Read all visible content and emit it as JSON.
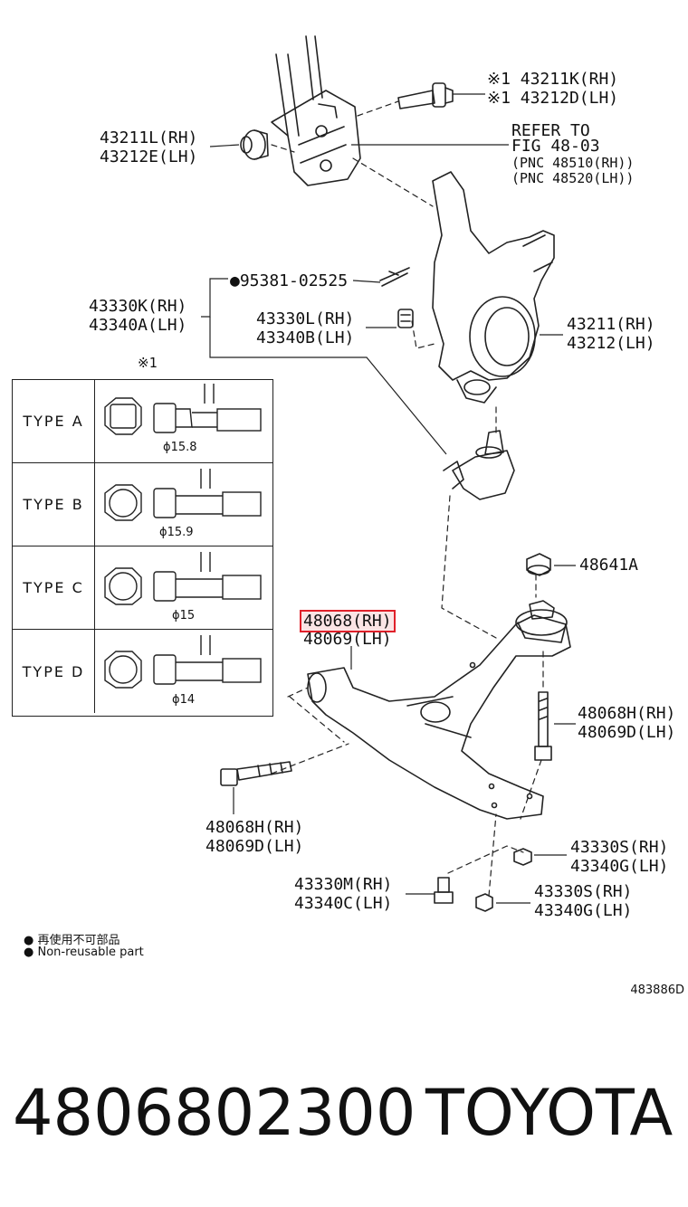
{
  "callouts": {
    "c43211K": "※1 43211K(RH)",
    "c43212D": "※1 43212D(LH)",
    "c43211L": "43211L(RH)",
    "c43212E": "43212E(LH)",
    "refer_to": "REFER TO",
    "fig": "FIG 48-03",
    "pnc1": "(PNC 48510(RH))",
    "pnc2": "(PNC 48520(LH))",
    "c95381": "●95381-02525",
    "c43330K": "43330K(RH)",
    "c43340A": "43340A(LH)",
    "c43330L": "43330L(RH)",
    "c43340B": "43340B(LH)",
    "c43211": "43211(RH)",
    "c43212": "43212(LH)",
    "mark1": "※1",
    "c48641A": "48641A",
    "c48068_rh": "48068(RH)",
    "c48069_lh": "48069(LH)",
    "c48068H_a": "48068H(RH)",
    "c48069D_a": "48069D(LH)",
    "c48068H_b": "48068H(RH)",
    "c48069D_b": "48069D(LH)",
    "c43330S_a": "43330S(RH)",
    "c43340G_a": "43340G(LH)",
    "c43330M": "43330M(RH)",
    "c43340C": "43340C(LH)",
    "c43330S_b": "43330S(RH)",
    "c43340G_b": "43340G(LH)"
  },
  "types": [
    {
      "label": "TYPE A",
      "dia": "ϕ15.8"
    },
    {
      "label": "TYPE B",
      "dia": "ϕ15.9"
    },
    {
      "label": "TYPE C",
      "dia": "ϕ15"
    },
    {
      "label": "TYPE D",
      "dia": "ϕ14"
    }
  ],
  "notes": {
    "line1": "● 再使用不可部品",
    "line2": "● Non-reusable part"
  },
  "diagram_code": "483886D",
  "footer": {
    "part_number": "4806802300",
    "brand": "TOYOTA"
  },
  "colors": {
    "highlight": "#e0202a",
    "ink": "#111111"
  }
}
